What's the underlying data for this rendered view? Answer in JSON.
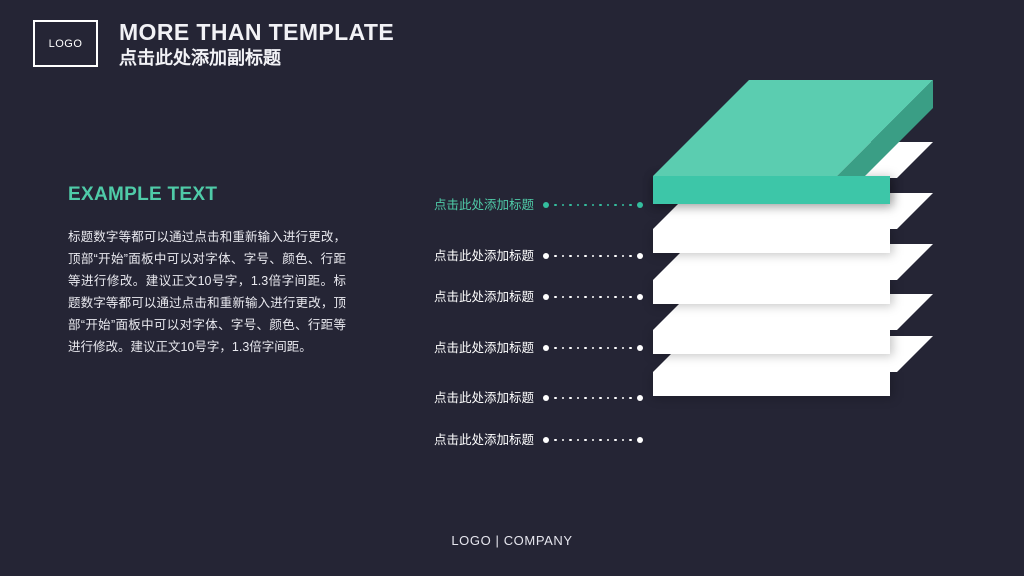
{
  "theme": {
    "background": "#252535",
    "accent": "#4FCBA8",
    "accent_top": "#5BCDB0",
    "accent_front": "#3DC6A8",
    "accent_side": "#3A9E85",
    "slab_white": "#ffffff",
    "slab_side": "#d0d0d0",
    "text": "#ffffff"
  },
  "header": {
    "logo_label": "LOGO",
    "title": "MORE THAN TEMPLATE",
    "subtitle": "点击此处添加副标题"
  },
  "left_column": {
    "heading": "EXAMPLE TEXT",
    "paragraph": "标题数字等都可以通过点击和重新输入进行更改，顶部“开始”面板中可以对字体、字号、颜色、行距等进行修改。建议正文10号字，1.3倍字间距。标题数字等都可以通过点击和重新输入进行更改，顶部“开始”面板中可以对字体、字号、颜色、行距等进行修改。建议正文10号字，1.3倍字间距。"
  },
  "diagram": {
    "type": "layered-stack",
    "layer_count": 6,
    "rows": [
      {
        "label": "点击此处添加标题",
        "accent": true,
        "dot_count": 11
      },
      {
        "label": "点击此处添加标题",
        "accent": false,
        "dot_count": 11
      },
      {
        "label": "点击此处添加标题",
        "accent": false,
        "dot_count": 11
      },
      {
        "label": "点击此处添加标题",
        "accent": false,
        "dot_count": 11
      },
      {
        "label": "点击此处添加标题",
        "accent": false,
        "dot_count": 11
      },
      {
        "label": "点击此处添加标题",
        "accent": false,
        "dot_count": 11
      }
    ]
  },
  "footer": {
    "text": "LOGO | COMPANY"
  }
}
